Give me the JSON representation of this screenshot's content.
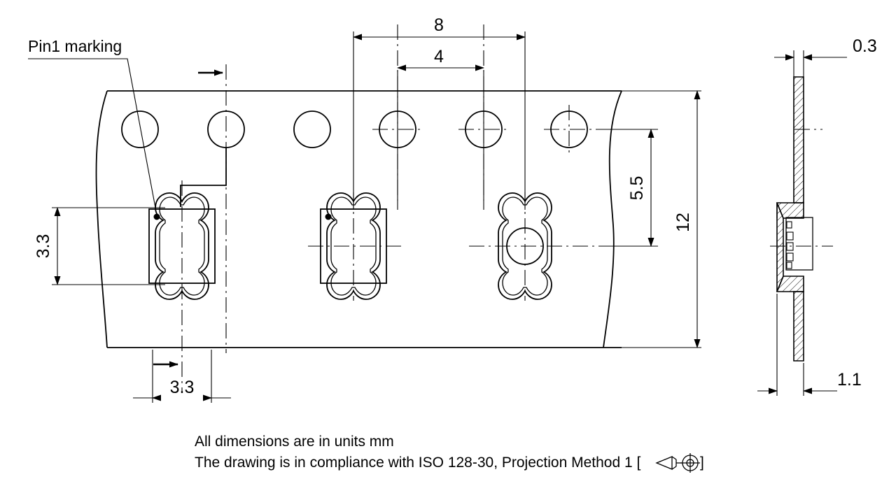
{
  "drawing": {
    "title": "Carrier tape dimensional drawing",
    "label_pin1": "Pin1 marking",
    "notes": {
      "line1": "All dimensions are in units mm",
      "line2_pre": "The drawing is in compliance with ISO 128-30, Projection Method 1 [",
      "line2_post": "]"
    },
    "dimensions": {
      "pitch_major": "8",
      "pitch_minor": "4",
      "pocket_width": "3.3",
      "pocket_height": "3.3",
      "edge_to_center": "5.5",
      "tape_width": "12",
      "tape_thickness": "0.3",
      "pocket_depth": "1.1"
    },
    "icons": {
      "projection_cone": "projection-cone-icon",
      "projection_circles": "projection-circles-icon"
    },
    "colors": {
      "line": "#000000",
      "background": "#ffffff"
    },
    "views": {
      "top": "top-view",
      "side": "side-view"
    },
    "pockets": [
      {
        "name": "pocket-1",
        "has_component": true,
        "has_pin1_dot": true,
        "has_center_hole": false
      },
      {
        "name": "pocket-2",
        "has_component": true,
        "has_pin1_dot": true,
        "has_center_hole": false
      },
      {
        "name": "pocket-3",
        "has_component": false,
        "has_pin1_dot": false,
        "has_center_hole": true
      }
    ],
    "sprocket_hole_count": 6
  }
}
